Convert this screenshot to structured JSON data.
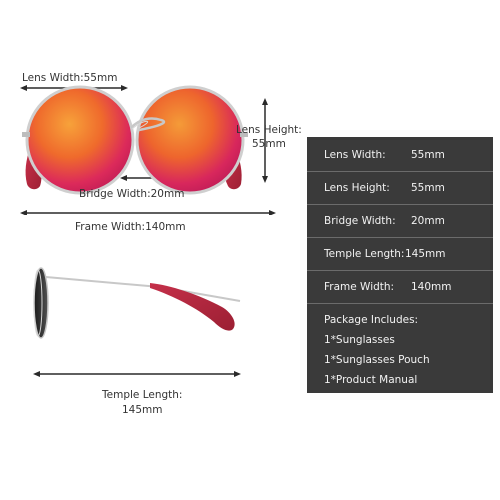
{
  "dimensions": {
    "lens_width": "Lens Width:55mm",
    "lens_height_line1": "Lens Height:",
    "lens_height_line2": "55mm",
    "bridge_width": "Bridge Width:20mm",
    "frame_width": "Frame Width:140mm",
    "temple_length_line1": "Temple Length:",
    "temple_length_line2": "145mm"
  },
  "specs": [
    {
      "label": "Lens Width:",
      "value": "55mm"
    },
    {
      "label": "Lens Height:",
      "value": "55mm"
    },
    {
      "label": "Bridge Width:",
      "value": "20mm"
    },
    {
      "label": "Temple Length:",
      "value": "145mm"
    },
    {
      "label": "Frame Width:",
      "value": "140mm"
    }
  ],
  "package": {
    "title": "Package Includes:",
    "items": [
      "1*Sunglasses",
      "1*Sunglasses Pouch",
      "1*Product Manual"
    ]
  },
  "colors": {
    "panel_bg": "#3a3a3a",
    "lens_orange": "#f0792a",
    "lens_magenta": "#d81f63",
    "temple_tip_red": "#b3263c",
    "frame_silver": "#c9c9c9",
    "side_lens_dark": "#2c2c2c"
  }
}
